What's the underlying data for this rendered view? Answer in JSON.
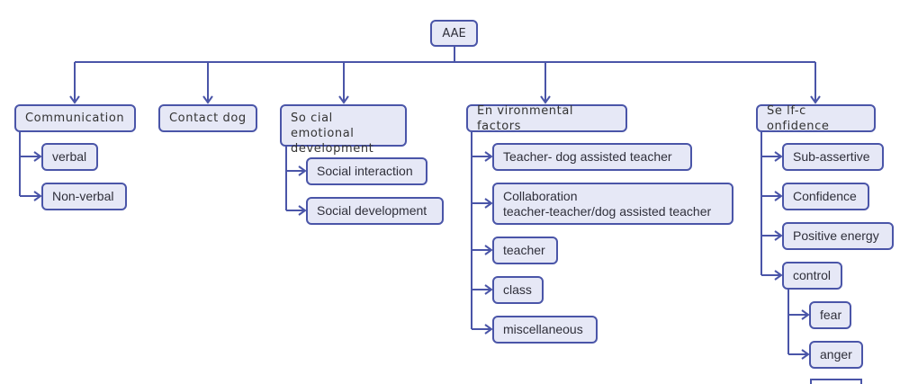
{
  "diagram": {
    "type": "tree",
    "colors": {
      "line": "#4a55a8",
      "node_fill": "#e6e8f6",
      "node_border": "#4a55a8",
      "text": "#2f2f3a"
    },
    "root": {
      "label": "AAE"
    },
    "branches": [
      {
        "label": "Communication",
        "children": [
          {
            "label": "verbal"
          },
          {
            "label": "Non-verbal"
          }
        ]
      },
      {
        "label": "Contact dog",
        "children": []
      },
      {
        "label": "So cial emotional\ndevelopment",
        "children": [
          {
            "label": "Social interaction"
          },
          {
            "label": "Social development"
          }
        ]
      },
      {
        "label": "En vironmental factors",
        "children": [
          {
            "label": "Teacher- dog assisted teacher"
          },
          {
            "label": "Collaboration\nteacher-teacher/dog assisted teacher"
          },
          {
            "label": "teacher"
          },
          {
            "label": "class"
          },
          {
            "label": "miscellaneous"
          }
        ]
      },
      {
        "label": "Se lf-c onfidence",
        "children": [
          {
            "label": "Sub-assertive"
          },
          {
            "label": "Confidence"
          },
          {
            "label": "Positive energy"
          },
          {
            "label": "control",
            "children": [
              {
                "label": "fear"
              },
              {
                "label": "anger"
              }
            ]
          }
        ]
      }
    ]
  }
}
